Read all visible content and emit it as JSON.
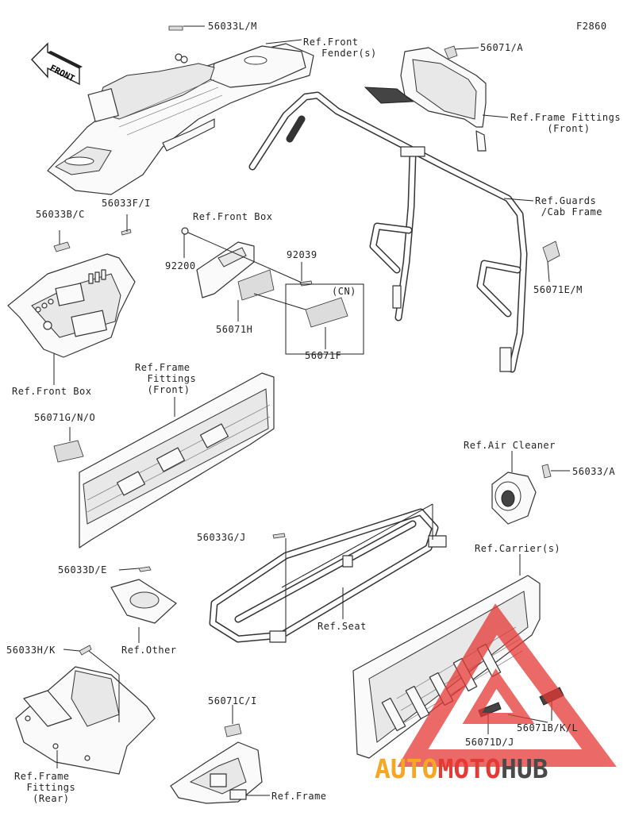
{
  "figure_code": "F2860",
  "front_arrow": "FRONT",
  "labels": {
    "p56033LM": "56033L/M",
    "refFrontFender": "Ref.Front\n   Fender(s)",
    "p56071A": "56071/A",
    "refFrameFittingsFront1": "Ref.Frame Fittings\n      (Front)",
    "refGuardsCab": "Ref.Guards\n /Cab Frame",
    "p56033BC": "56033B/C",
    "p56033FI": "56033F/I",
    "refFrontBox1": "Ref.Front Box",
    "p92200": "92200",
    "p92039": "92039",
    "cn": "(CN)",
    "p56071H": "56071H",
    "p56071F": "56071F",
    "p56071EM": "56071E/M",
    "refFrontBox2": "Ref.Front Box",
    "refFrameFittingsFront2": "Ref.Frame\n  Fittings\n  (Front)",
    "p56071GNO": "56071G/N/O",
    "refAirCleaner": "Ref.Air Cleaner",
    "p56033A": "56033/A",
    "p56033GJ": "56033G/J",
    "refCarriers": "Ref.Carrier(s)",
    "p56033DE": "56033D/E",
    "refSeat": "Ref.Seat",
    "refOther": "Ref.Other",
    "p56033HK": "56033H/K",
    "p56071CI": "56071C/I",
    "refFrameFittingsRear": "Ref.Frame\n  Fittings\n   (Rear)",
    "refFrame": "Ref.Frame",
    "p56071DJ": "56071D/J",
    "p56071BKL": "56071B/K/L"
  },
  "watermark": {
    "part1": "AUTO",
    "part2": "MOTO",
    "part3": "HUB",
    "color1": "#f5a623",
    "color2": "#e53935",
    "color3": "#4a4a4a"
  }
}
